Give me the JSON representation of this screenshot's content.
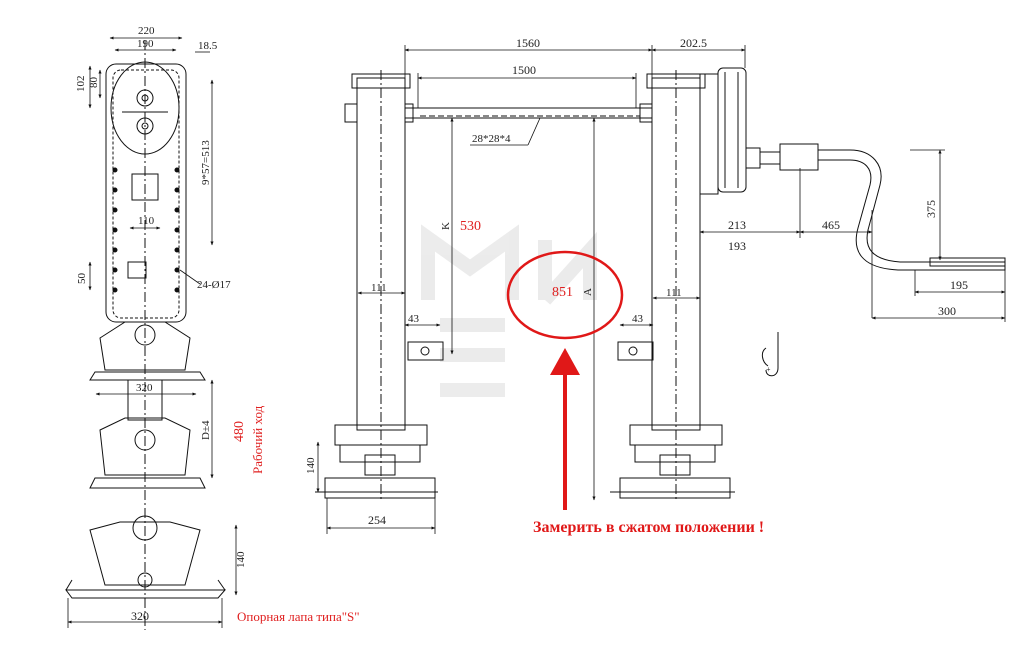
{
  "colors": {
    "line": "#111111",
    "dim_text": "#222222",
    "annotation_red": "#e02020",
    "arrow_red": "#e01818",
    "watermark": "#d8d8d8"
  },
  "left_view": {
    "dims": {
      "w220": "220",
      "w190": "190",
      "d18_5": "18.5",
      "h102": "102",
      "h80": "80",
      "pitch": "9*57=513",
      "w110": "110",
      "h50": "50",
      "holes": "24-Ø17",
      "w320_mid": "320",
      "d_pm4": "D±4",
      "h140": "140",
      "w320_bottom": "320"
    },
    "stroke_value": "480",
    "stroke_label": "Рабочий ход",
    "foot_label": "Опорная лапа типа\"S\""
  },
  "front_view": {
    "dims": {
      "w1560": "1560",
      "w1500": "1500",
      "w202_5": "202.5",
      "tube": "28*28*4",
      "k_letter": "K",
      "a_letter": "A",
      "w111_left": "111",
      "w111_right": "111",
      "w43_left": "43",
      "w43_right": "43",
      "h140": "140",
      "w254": "254",
      "w213": "213",
      "w193": "193",
      "w465": "465",
      "h375": "375",
      "w195": "195",
      "w300": "300"
    },
    "k_value": "530",
    "a_value": "851",
    "callout": "Замерить в сжатом положении !"
  }
}
